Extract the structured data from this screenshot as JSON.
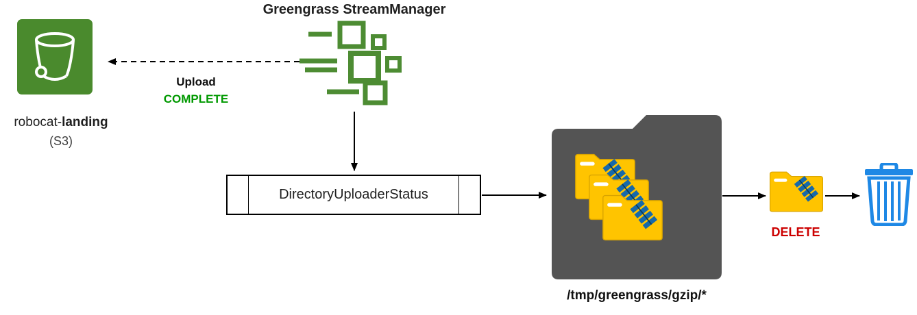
{
  "title": "Greengrass StreamManager",
  "s3": {
    "name_prefix": "robocat-",
    "name_bold": "landing",
    "type_label": "(S3)"
  },
  "upload_arrow": {
    "label": "Upload",
    "status": "COMPLETE"
  },
  "status_box": {
    "label": "DirectoryUploaderStatus"
  },
  "gzip_folder": {
    "path": "/tmp/greengrass/gzip/*"
  },
  "delete_action": {
    "label": "DELETE"
  },
  "colors": {
    "aws_green": "#4A8A2D",
    "gg_green": "#4D8C33",
    "complete_green": "#009900",
    "delete_red": "#CC0000",
    "trash_blue": "#1E88E5",
    "folder_gray": "#545454",
    "zip_yellow": "#FFC400",
    "zip_blue": "#1769AA",
    "line_black": "#000000"
  }
}
